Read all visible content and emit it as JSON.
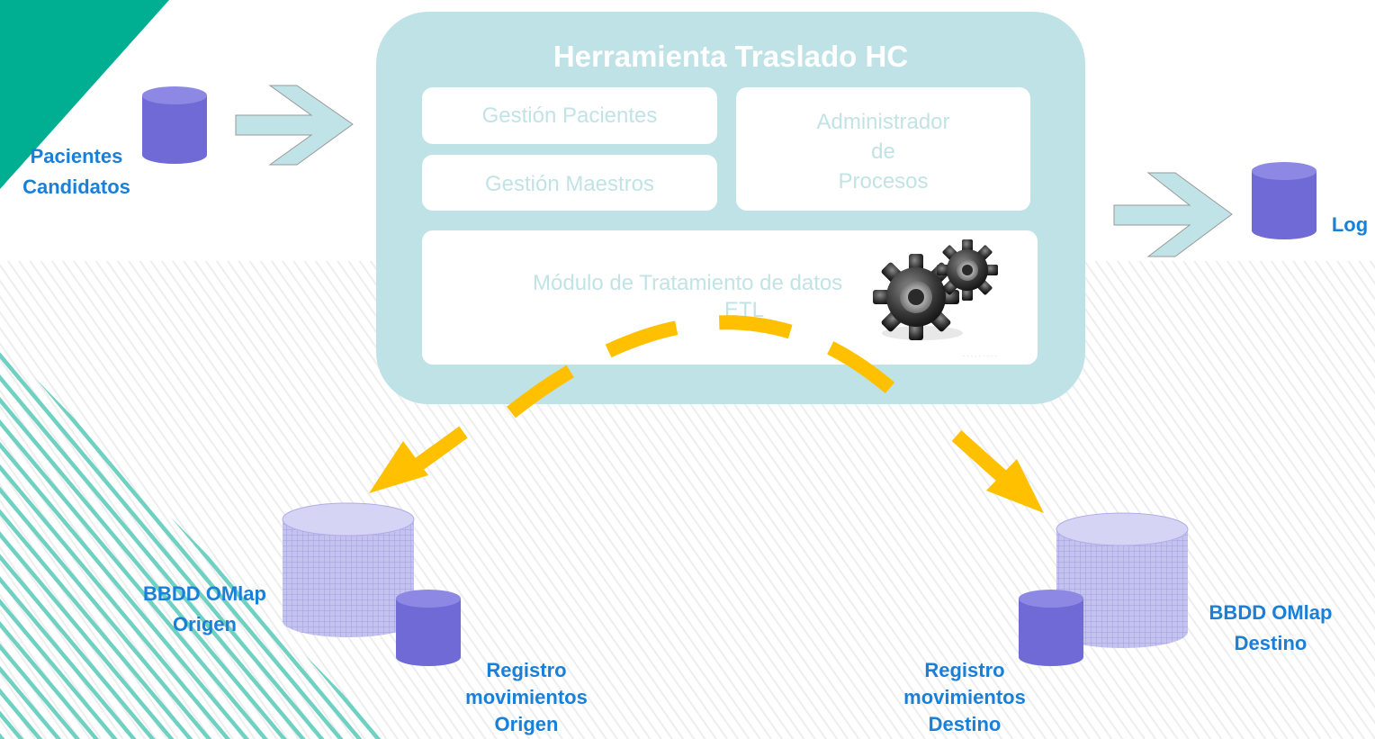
{
  "tool": {
    "title": "Herramienta Traslado HC",
    "gestion_pacientes": "Gestión Pacientes",
    "gestion_maestros": "Gestión Maestros",
    "administrador_line1": "Administrador",
    "administrador_line2": "de",
    "administrador_line3": "Procesos",
    "etl_line1": "Módulo de Tratamiento de datos",
    "etl_line2": "ETL",
    "gears_icon": "gears-icon"
  },
  "pacientes": {
    "line1": "Pacientes",
    "line2": "Candidatos"
  },
  "log": {
    "label": "Log"
  },
  "origen_db": {
    "line1": "BBDD OMlap",
    "line2": "Origen"
  },
  "destino_db": {
    "line1": "BBDD OMlap",
    "line2": "Destino"
  },
  "registro_origen": {
    "line1": "Registro",
    "line2": "movimientos",
    "line3": "Origen"
  },
  "registro_destino": {
    "line1": "Registro",
    "line2": "movimientos",
    "line3": "Destino"
  },
  "colors": {
    "teal": "#00ae92",
    "teal_light": "#7dd6c8",
    "tool_bg": "#bfe2e6",
    "box_text": "#c2e3e5",
    "label_blue": "#1a7fd6",
    "db_purple": "#6f6ad6",
    "arrow_yellow": "#ffc000",
    "arrow_cyan": "#bfe3e6"
  }
}
